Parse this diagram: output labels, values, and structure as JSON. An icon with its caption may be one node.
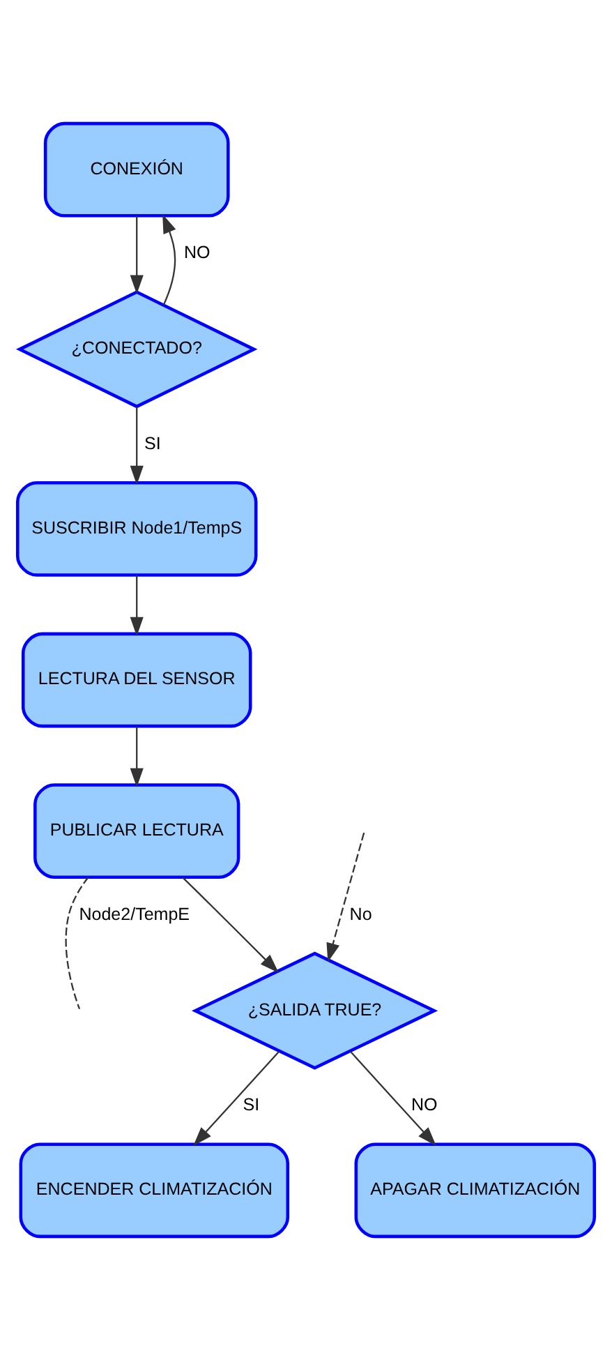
{
  "diagram": {
    "nodes": [
      {
        "text": [
          "CONEXIÓN"
        ]
      },
      {
        "text": [
          "¿CONECTADO?"
        ]
      },
      {
        "text": [
          "SUSCRIBIR Node1/TempS"
        ]
      },
      {
        "text": [
          "LECTURA DEL SENSOR"
        ]
      },
      {
        "text": [
          "PUBLICAR LECTURA"
        ]
      },
      {
        "text": [
          "¿SALIDA TRUE?"
        ]
      },
      {
        "text": [
          "ENCENDER CLIMATIZACIÓN"
        ]
      },
      {
        "text": [
          "APAGAR CLIMATIZACIÓN"
        ]
      }
    ],
    "edges": [
      {
        "from": 0,
        "to": 1,
        "arrow": "to"
      },
      {
        "from": 1,
        "to": 0,
        "arrow": "to",
        "label": "NO"
      },
      {
        "from": 1,
        "to": 2,
        "arrow": "to",
        "label": "SI"
      },
      {
        "from": 2,
        "to": 3,
        "arrow": "to"
      },
      {
        "from": 3,
        "to": 4,
        "arrow": "to"
      },
      {
        "from": 4,
        "to": null,
        "arrow": "none",
        "label": "Node2/TempE",
        "style": "dashed"
      },
      {
        "from": 4,
        "to": 5,
        "arrow": "to"
      },
      {
        "from": null,
        "to": 5,
        "arrow": "to",
        "label": "No",
        "style": "dashed"
      },
      {
        "from": 5,
        "to": 6,
        "arrow": "to",
        "label": "SI"
      },
      {
        "from": 5,
        "to": 7,
        "arrow": "to",
        "label": "NO"
      }
    ]
  }
}
